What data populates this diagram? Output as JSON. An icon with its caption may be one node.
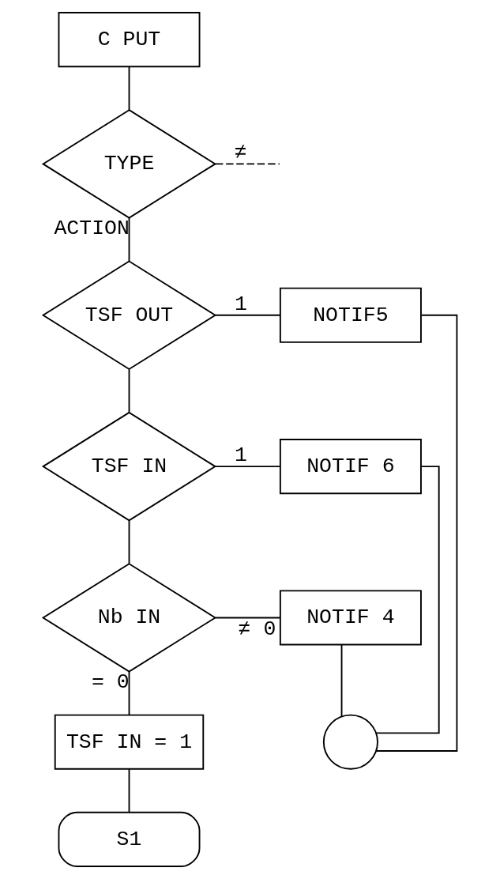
{
  "diagram": {
    "nodes": [
      {
        "text": [
          "C PUT"
        ]
      },
      {
        "text": [
          "TYPE"
        ]
      },
      {
        "text": [
          "TSF OUT"
        ]
      },
      {
        "text": [
          "NOTIF5"
        ]
      },
      {
        "text": [
          "TSF IN"
        ]
      },
      {
        "text": [
          "NOTIF 6"
        ]
      },
      {
        "text": [
          "Nb IN"
        ]
      },
      {
        "text": [
          "NOTIF 4"
        ]
      },
      {
        "text": [],
        "shape": "circle"
      },
      {
        "text": [
          "TSF IN = 1"
        ]
      },
      {
        "text": [
          "S1"
        ]
      }
    ],
    "edges": [
      {
        "from": 0,
        "to": 1,
        "arrow": "none"
      },
      {
        "from": 1,
        "to": null,
        "arrow": "none",
        "style": "dashed",
        "label": "≠"
      },
      {
        "from": 1,
        "to": 2,
        "arrow": "none",
        "label": "ACTION"
      },
      {
        "from": 2,
        "to": 3,
        "arrow": "none",
        "label": "1"
      },
      {
        "from": 2,
        "to": 4,
        "arrow": "none"
      },
      {
        "from": 4,
        "to": 5,
        "arrow": "none",
        "label": "1"
      },
      {
        "from": 4,
        "to": 6,
        "arrow": "none"
      },
      {
        "from": 6,
        "to": 7,
        "arrow": "none",
        "label": "≠ 0"
      },
      {
        "from": 6,
        "to": 9,
        "arrow": "none",
        "label": "= 0"
      },
      {
        "from": 9,
        "to": 10,
        "arrow": "none"
      },
      {
        "from": 3,
        "to": 8,
        "arrow": "none"
      },
      {
        "from": 5,
        "to": 8,
        "arrow": "none"
      },
      {
        "from": 7,
        "to": 8,
        "arrow": "none"
      }
    ]
  }
}
